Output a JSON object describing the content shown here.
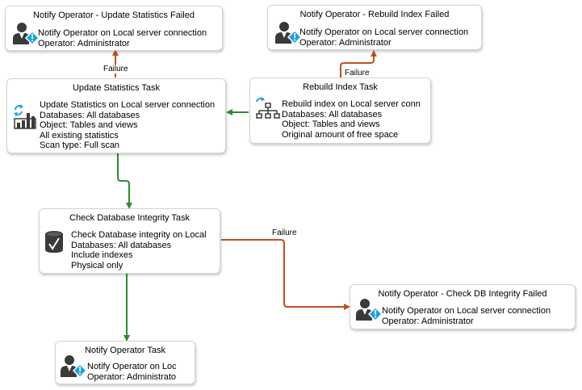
{
  "tasks": {
    "notify_update_stats_failed": {
      "title": "Notify Operator - Update Statistics Failed",
      "icon": "notify-operator-icon",
      "lines": [
        "Notify Operator on Local server connection",
        "Operator: Administrator"
      ]
    },
    "notify_rebuild_index_failed": {
      "title": "Notify Operator - Rebuild Index Failed",
      "icon": "notify-operator-icon",
      "lines": [
        "Notify Operator on Local server connection",
        "Operator: Administrator"
      ]
    },
    "update_statistics": {
      "title": "Update Statistics Task",
      "icon": "update-statistics-icon",
      "lines": [
        "Update Statistics on Local server connection",
        "Databases: All databases",
        "Object: Tables and views",
        "All existing statistics",
        "Scan type: Full scan"
      ]
    },
    "rebuild_index": {
      "title": "Rebuild Index Task",
      "icon": "rebuild-index-icon",
      "lines": [
        "Rebuild index on Local server conn",
        "Databases: All databases",
        "Object: Tables and views",
        "Original amount of free space"
      ]
    },
    "check_db_integrity": {
      "title": "Check Database Integrity Task",
      "icon": "check-database-icon",
      "lines": [
        "Check Database integrity on Local",
        "Databases: All databases",
        "Include indexes",
        "Physical only"
      ]
    },
    "notify_check_db_failed": {
      "title": "Notify Operator - Check DB Integrity Failed",
      "icon": "notify-operator-icon",
      "lines": [
        "Notify Operator on Local server connection",
        "Operator: Administrator"
      ]
    },
    "notify_operator": {
      "title": "Notify Operator Task",
      "icon": "notify-operator-icon",
      "lines": [
        "Notify Operator on Loca",
        "Operator: Administrator"
      ]
    }
  },
  "connectors": {
    "failure_label": "Failure",
    "success_color": "#2e8b2e",
    "failure_color": "#c0501f"
  }
}
